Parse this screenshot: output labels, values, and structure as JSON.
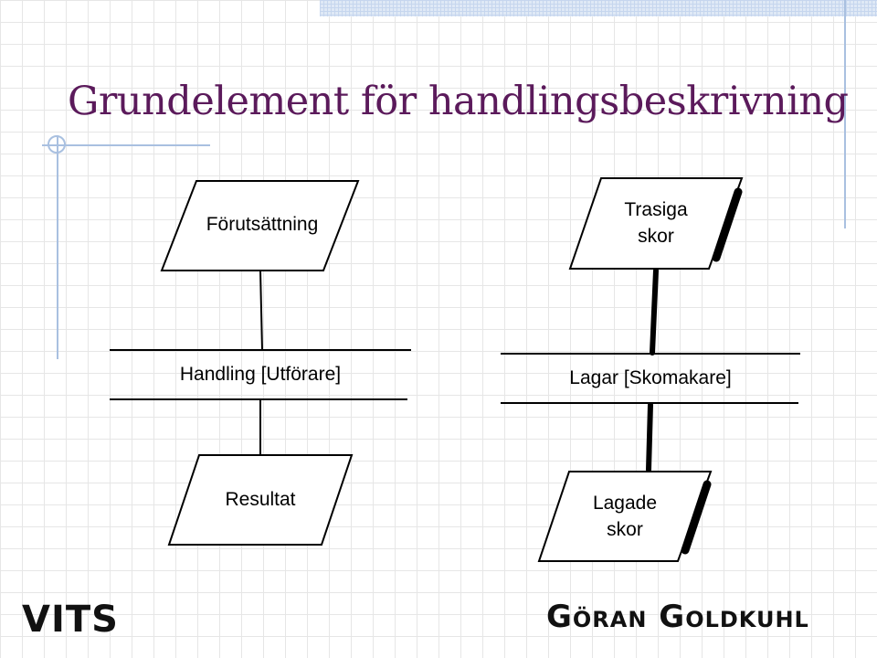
{
  "slide": {
    "title": "Grundelement för handlingsbeskrivning",
    "accent_color": "#5b1a5b",
    "rule_color": "#a9c0e0"
  },
  "diagram": {
    "left": {
      "precondition": "Förutsättning",
      "action": "Handling [Utförare]",
      "result": "Resultat"
    },
    "right": {
      "precondition_line1": "Trasiga",
      "precondition_line2": "skor",
      "action": "Lagar [Skomakare]",
      "result_line1": "Lagade",
      "result_line2": "skor"
    }
  },
  "footer": {
    "logo_left": "VITS",
    "logo_right": "Göran Goldkuhl"
  }
}
